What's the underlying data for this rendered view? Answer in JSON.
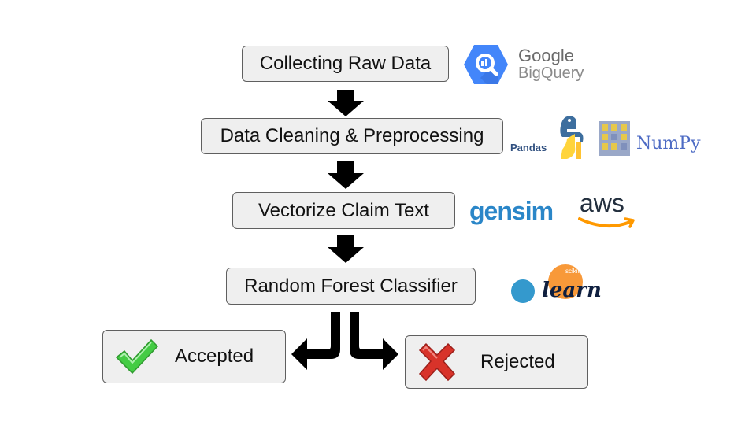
{
  "steps": [
    {
      "label": "Collecting Raw Data"
    },
    {
      "label": "Data Cleaning & Preprocessing"
    },
    {
      "label": "Vectorize Claim Text"
    },
    {
      "label": "Random Forest Classifier"
    }
  ],
  "outcomes": {
    "accepted": {
      "label": "Accepted",
      "icon": "check-mark-icon",
      "color": "#3cc63c"
    },
    "rejected": {
      "label": "Rejected",
      "icon": "x-mark-icon",
      "color": "#d8332a"
    }
  },
  "logos": {
    "bigquery": {
      "line1": "Google",
      "line2": "BigQuery",
      "color": "#4386fa"
    },
    "pandas": {
      "label": "Pandas",
      "color": "#150458"
    },
    "numpy": {
      "label": "NumPy",
      "color": "#4d77cf"
    },
    "gensim": {
      "label": "gensim",
      "color": "#2a86c8"
    },
    "aws": {
      "label": "aws",
      "color": "#ff9900"
    },
    "sklearn": {
      "small": "scikit",
      "label": "learn",
      "color": "#f89939"
    }
  }
}
